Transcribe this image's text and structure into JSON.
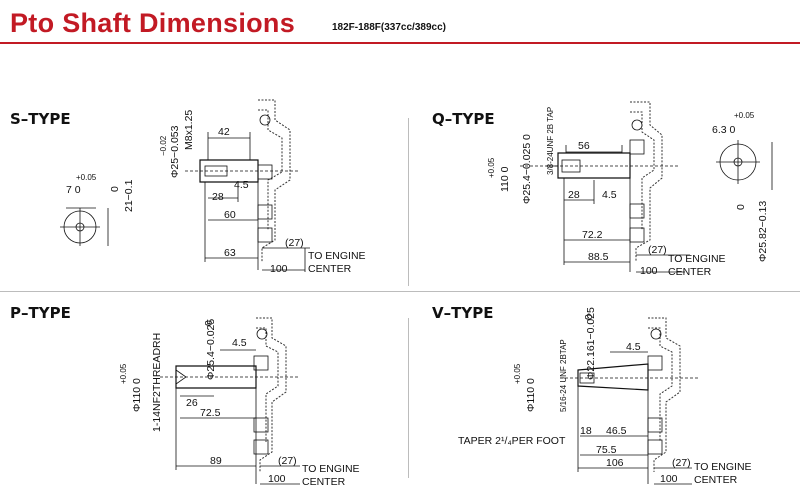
{
  "header": {
    "title": "Pto Shaft Dimensions",
    "subtitle": "182F-188F(337cc/389cc)"
  },
  "s_type": {
    "label": "S–TYPE",
    "thread": "M8x1.25",
    "dia_tol_top": "−0.02",
    "dia_main": "Φ25−0.053",
    "d42": "42",
    "d45": "4.5",
    "d28": "28",
    "d60": "60",
    "d63": "63",
    "d27": "(27)",
    "d100": "100",
    "engine_center_1": "TO ENGINE",
    "engine_center_2": "CENTER",
    "key_tol": "+0.05",
    "key_width": "7 0",
    "key_height_zero": "0",
    "key_height": "21−0.1"
  },
  "q_type": {
    "label": "Q–TYPE",
    "tap": "3/8-24UNF 2B TAP",
    "dia_main": "Φ25.4−0.025",
    "dia_top": "0",
    "dia_tol": "+0.05",
    "bore": "110 0",
    "d56": "56",
    "d28": "28",
    "d45": "4.5",
    "d722": "72.2",
    "d885": "88.5",
    "d27": "(27)",
    "d100": "100",
    "engine_center_1": "TO ENGINE",
    "engine_center_2": "CENTER",
    "key_tol": "+0.05",
    "key_width": "6.3 0",
    "key_zero": "0",
    "key_height": "Φ25.82−0.13"
  },
  "p_type": {
    "label": "P–TYPE",
    "thread": "1-14NF2THREADRH",
    "dia_zero": "0",
    "dia_main": "Φ25.4−0.025",
    "dia_tol": "+0.05",
    "bore": "Φ110 0",
    "d45": "4.5",
    "d26": "26",
    "d725": "72.5",
    "d89": "89",
    "d27": "(27)",
    "d100": "100",
    "engine_center_1": "TO ENGINE",
    "engine_center_2": "CENTER"
  },
  "v_type": {
    "label": "V–TYPE",
    "tap": "5/16-24 UNF 2BTAP",
    "dia_zero": "0",
    "dia_main": "Φ22.161−0.025",
    "dia_tol": "+0.05",
    "bore": "Φ110 0",
    "d45": "4.5",
    "taper": "TAPER 2¹/₄PER FOOT",
    "d18": "18",
    "d465": "46.5",
    "d755": "75.5",
    "d106": "106",
    "d27": "(27)",
    "d100": "100",
    "engine_center_1": "TO ENGINE",
    "engine_center_2": "CENTER"
  }
}
